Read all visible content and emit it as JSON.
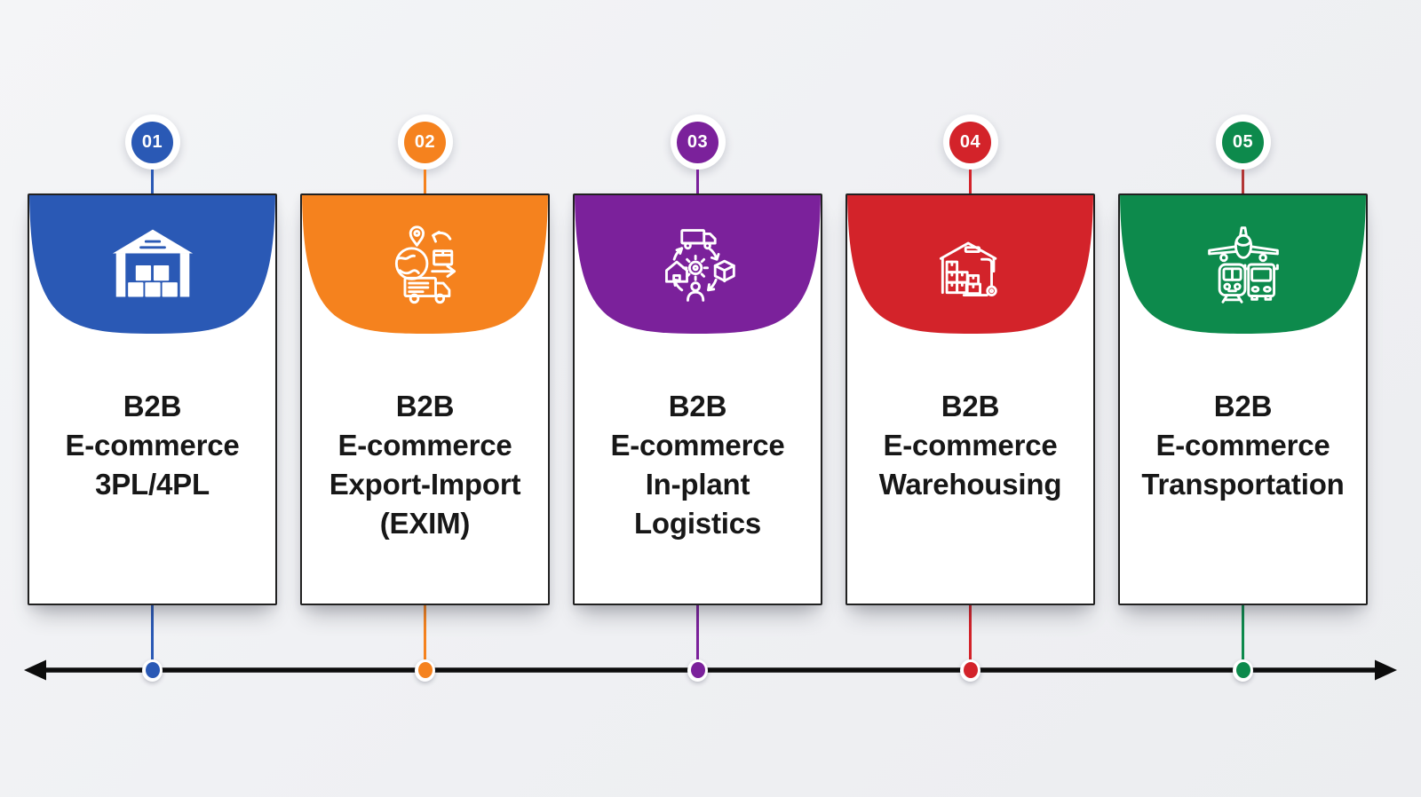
{
  "page": {
    "background": "#f0f1f4",
    "text_color": "#171717"
  },
  "timeline": {
    "color": "#0c0c0c",
    "style": "double-headed-arrow"
  },
  "cards": [
    {
      "number": "01",
      "title_lines": [
        "B2B",
        "E-commerce",
        "3PL/4PL"
      ],
      "accent": "#2a59b5",
      "icon": "warehouse-icon",
      "top_connector": "#2a59b5",
      "bottom_connector": "#2a59b5"
    },
    {
      "number": "02",
      "title_lines": [
        "B2B",
        "E-commerce",
        "Export-Import",
        "(EXIM)"
      ],
      "accent": "#f5821e",
      "icon": "export-import-icon",
      "top_connector": "#f5821e",
      "bottom_connector": "#f5821e"
    },
    {
      "number": "03",
      "title_lines": [
        "B2B",
        "E-commerce",
        "In-plant",
        "Logistics"
      ],
      "accent": "#7b219b",
      "icon": "in-plant-logistics-icon",
      "top_connector": "#7b219b",
      "bottom_connector": "#7b219b"
    },
    {
      "number": "04",
      "title_lines": [
        "B2B",
        "E-commerce",
        "Warehousing"
      ],
      "accent": "#d3232a",
      "icon": "warehousing-icon",
      "top_connector": "#d3232a",
      "bottom_connector": "#d3232a"
    },
    {
      "number": "05",
      "title_lines": [
        "B2B",
        "E-commerce",
        "Transportation"
      ],
      "accent": "#0d8a4c",
      "icon": "transportation-icon",
      "top_connector": "#b23636",
      "bottom_connector": "#0d8a4c"
    }
  ]
}
